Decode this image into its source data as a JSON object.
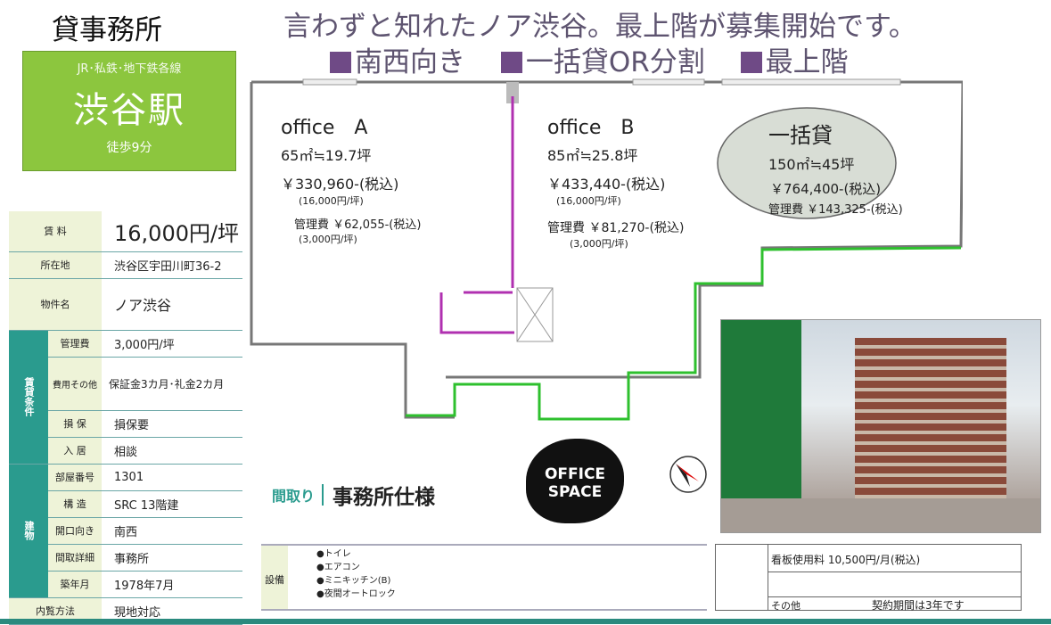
{
  "title": "貸事務所",
  "station": {
    "lines": "JR･私鉄･地下鉄各線",
    "name": "渋谷駅",
    "walk": "徒歩9分"
  },
  "headline": {
    "line1": "言わずと知れたノア渋谷。最上階が募集開始です。",
    "points": [
      "南西向き",
      "一括貸OR分割",
      "最上階"
    ]
  },
  "spec": {
    "rent": {
      "label": "賃 料",
      "value": "16,000円/坪"
    },
    "address": {
      "label": "所在地",
      "value": "渋谷区宇田川町36-2"
    },
    "building_name": {
      "label": "物件名",
      "value": "ノア渋谷"
    },
    "lease_group": "賃貸条件",
    "mgmt": {
      "label": "管理費",
      "value": "3,000円/坪"
    },
    "other_cost": {
      "label": "費用その他",
      "value": "保証金3カ月･礼金2カ月"
    },
    "insurance": {
      "label": "損 保",
      "value": "損保要"
    },
    "move_in": {
      "label": "入 居",
      "value": "相談"
    },
    "building_group": "建物",
    "room": {
      "label": "部屋番号",
      "value": "1301"
    },
    "structure": {
      "label": "構 造",
      "value": "SRC 13階建"
    },
    "facing": {
      "label": "開口向き",
      "value": "南西"
    },
    "layout": {
      "label": "間取詳細",
      "value": "事務所"
    },
    "built": {
      "label": "築年月",
      "value": "1978年7月"
    },
    "viewing": {
      "label": "内覧方法",
      "value": "現地対応"
    }
  },
  "plan": {
    "a": {
      "name": "office　A",
      "area": "65㎡≒19.7坪",
      "rent": "￥330,960-(税込)",
      "rent_unit": "(16,000円/坪)",
      "mgmt": "管理費 ￥62,055-(税込)",
      "mgmt_unit": "(3,000円/坪)"
    },
    "b": {
      "name": "office　B",
      "area": "85㎡≒25.8坪",
      "rent": "￥433,440-(税込)",
      "rent_unit": "(16,000円/坪)",
      "mgmt": "管理費 ￥81,270-(税込)",
      "mgmt_unit": "(3,000円/坪)"
    },
    "whole": {
      "name": "一括貸",
      "area": "150㎡≒45坪",
      "rent": "￥764,400-(税込)",
      "mgmt": "管理費 ￥143,325-(税込)"
    }
  },
  "madori": {
    "label": "間取り",
    "value": "事務所仕様"
  },
  "logo": "OFFICE SPACE",
  "equipment": {
    "label": "設備",
    "items": [
      "●トイレ",
      "●エアコン",
      "●ミニキッチン(B)",
      "●夜間オートロック"
    ]
  },
  "other": {
    "sign_fee": "看板使用料 10,500円/月(税込)",
    "label": "その他",
    "value": "契約期間は3年です"
  },
  "colors": {
    "green": "#8cc63e",
    "teal": "#2a9b8e",
    "purple": "#6f4a86",
    "wall_magenta": "#b030b0",
    "wall_green": "#2ec02e"
  }
}
